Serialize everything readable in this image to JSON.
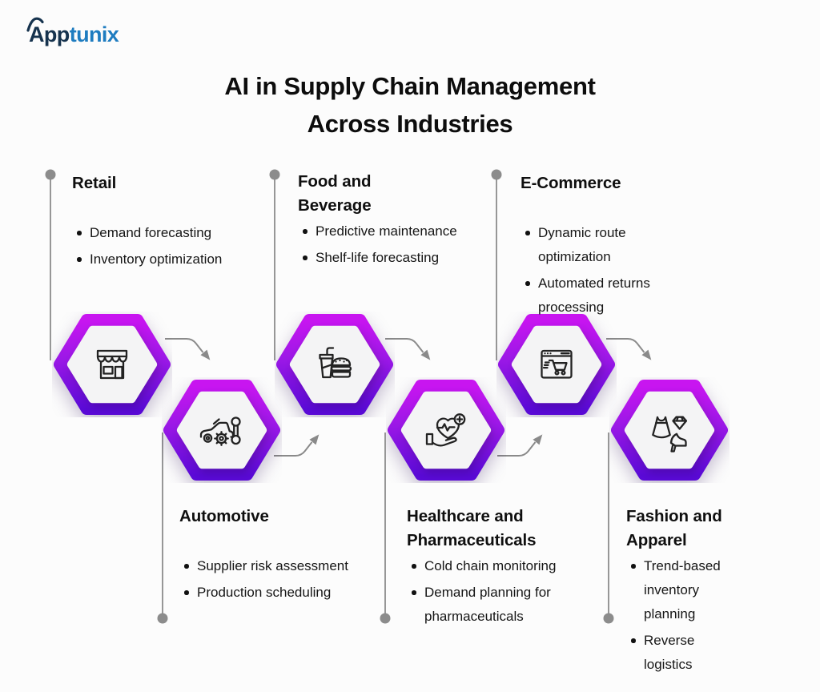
{
  "brand": {
    "app": "App",
    "tunix": "tunix"
  },
  "title": {
    "line1": "AI in Supply Chain Management",
    "line2": "Across Industries"
  },
  "colors": {
    "background": "#fcfcfc",
    "hex_gradient_top": "#c815f0",
    "hex_gradient_bottom": "#5a0ad6",
    "inner_hex": "#f4f4f5",
    "connector_gray": "#8c8c8c",
    "logo_dark": "#16334e",
    "logo_blue": "#1e7cc0",
    "text": "#111111"
  },
  "industries": [
    {
      "name": "Retail",
      "icon": "storefront-icon",
      "bullets": [
        "Demand forecasting",
        "Inventory optimization"
      ]
    },
    {
      "name": "Food and Beverage",
      "icon": "fast-food-icon",
      "bullets": [
        "Predictive maintenance",
        "Shelf-life forecasting"
      ]
    },
    {
      "name": "E-Commerce",
      "icon": "browser-cart-icon",
      "bullets": [
        "Dynamic route optimization",
        "Automated returns processing"
      ]
    },
    {
      "name": "Automotive",
      "icon": "car-service-icon",
      "bullets": [
        "Supplier risk assessment",
        "Production scheduling"
      ]
    },
    {
      "name": "Healthcare and Pharmaceuticals",
      "icon": "heart-hand-icon",
      "bullets": [
        "Cold chain monitoring",
        "Demand planning for pharmaceuticals"
      ]
    },
    {
      "name": "Fashion and Apparel",
      "icon": "fashion-icon",
      "bullets": [
        "Trend-based inventory planning",
        "Reverse logistics"
      ]
    }
  ]
}
